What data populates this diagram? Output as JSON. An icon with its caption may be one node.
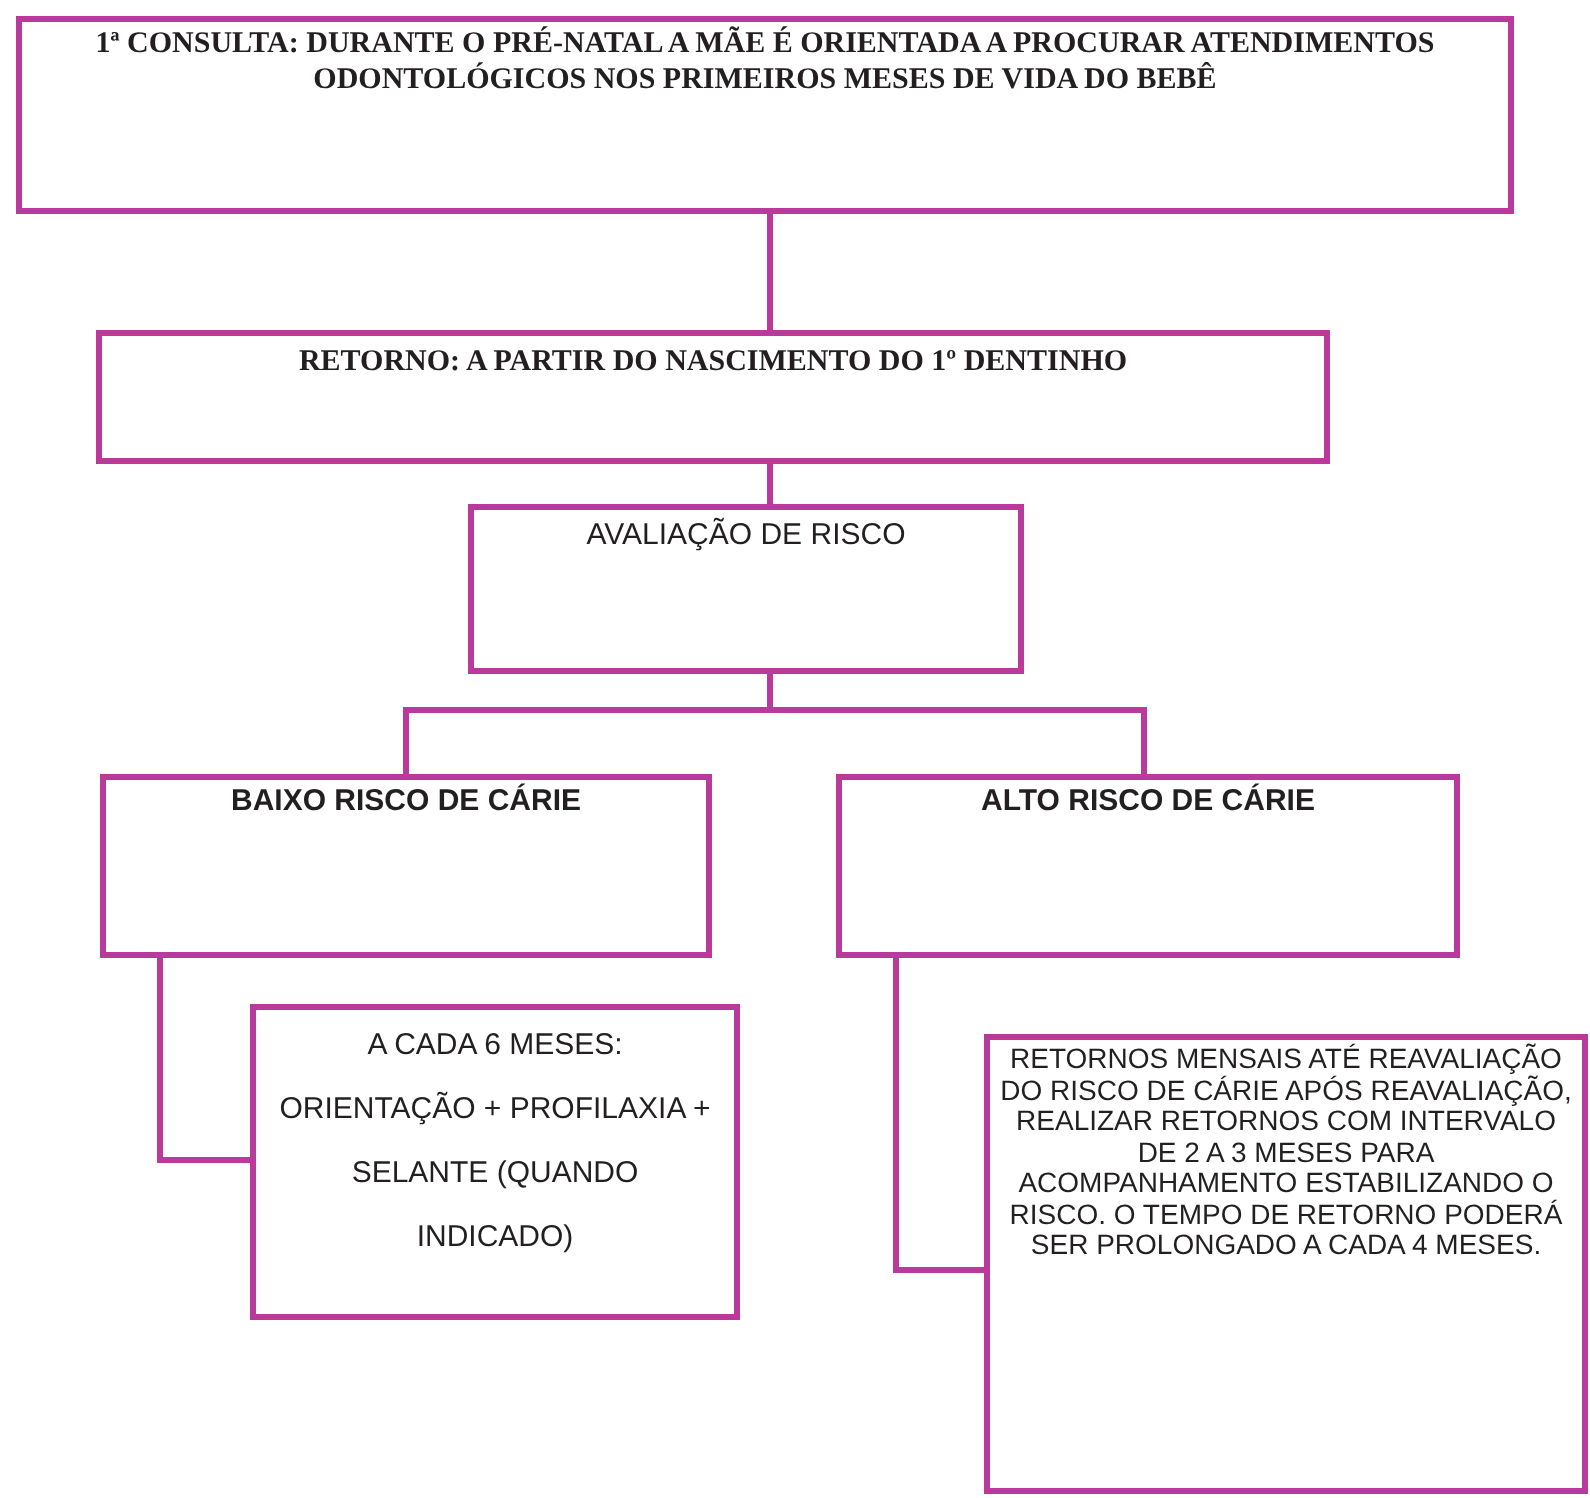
{
  "diagram": {
    "nodes": [
      {
        "text": [
          "1ª CONSULTA: DURANTE O PRÉ-NATAL A MÃE É ORIENTADA A PROCURAR ATENDIMENTOS ODONTOLÓGICOS NOS PRIMEIROS MESES DE VIDA DO BEBÊ"
        ]
      },
      {
        "text": [
          "RETORNO: A PARTIR DO NASCIMENTO DO 1º DENTINHO"
        ]
      },
      {
        "text": [
          "AVALIAÇÃO DE RISCO"
        ]
      },
      {
        "text": [
          "BAIXO RISCO DE CÁRIE"
        ]
      },
      {
        "text": [
          "ALTO RISCO DE CÁRIE"
        ]
      },
      {
        "text": [
          "A CADA 6 MESES: ORIENTAÇÃO + PROFILAXIA + SELANTE (QUANDO INDICADO)"
        ]
      },
      {
        "text": [
          "RETORNOS MENSAIS ATÉ REAVALIAÇÃO DO RISCO DE CÁRIE APÓS REAVALIAÇÃO, REALIZAR RETORNOS COM INTERVALO DE 2 A 3 MESES PARA ACOMPANHAMENTO ESTABILIZANDO O RISCO. O TEMPO DE RETORNO PODERÁ SER PROLONGADO A CADA 4 MESES."
        ]
      }
    ],
    "edges": [
      {
        "from": 0,
        "to": 1,
        "arrow": "none"
      },
      {
        "from": 1,
        "to": 2,
        "arrow": "none"
      },
      {
        "from": 2,
        "to": 3,
        "arrow": "none"
      },
      {
        "from": 2,
        "to": 4,
        "arrow": "none"
      },
      {
        "from": 3,
        "to": 5,
        "arrow": "none"
      },
      {
        "from": 4,
        "to": 6,
        "arrow": "none"
      }
    ]
  }
}
